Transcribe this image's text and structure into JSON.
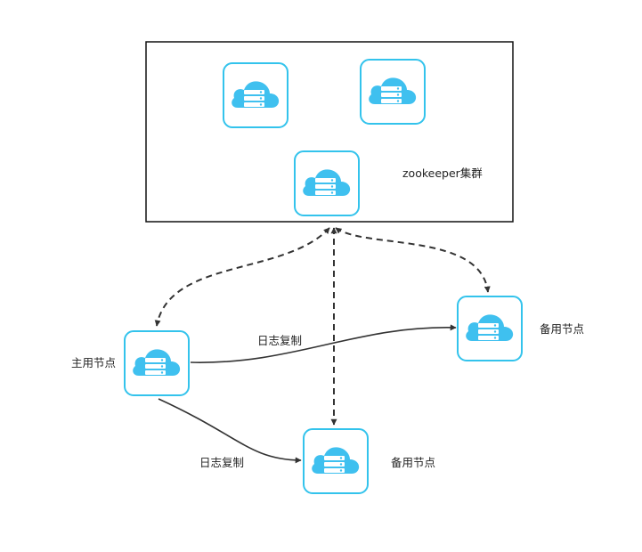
{
  "diagram": {
    "cluster_label": "zookeeper集群",
    "primary_label": "主用节点",
    "standby_label_1": "备用节点",
    "standby_label_2": "备用节点",
    "replication_label_1": "日志复制",
    "replication_label_2": "日志复制"
  },
  "colors": {
    "node_border": "#33c3ec",
    "cloud": "#3fc0ef",
    "line": "#333333",
    "cluster_border": "#111111"
  },
  "icons": {
    "node": "cloud-server-icon"
  }
}
